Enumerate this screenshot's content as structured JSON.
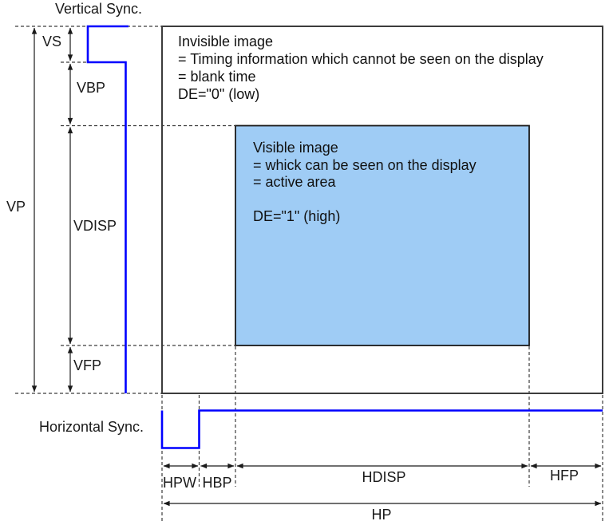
{
  "vertical": {
    "title": "Vertical Sync.",
    "vs": "VS",
    "vbp": "VBP",
    "vdisp": "VDISP",
    "vfp": "VFP",
    "vp": "VP"
  },
  "horizontal": {
    "title": "Horizontal Sync.",
    "hpw": "HPW",
    "hbp": "HBP",
    "hdisp": "HDISP",
    "hfp": "HFP",
    "hp": "HP"
  },
  "regions": {
    "invisible": {
      "line1": "Invisible image",
      "line2": "= Timing information which cannot be seen on the display",
      "line3": "= blank time",
      "line4": "DE=\"0\" (low)"
    },
    "visible": {
      "line1": "Visible image",
      "line2": "= whick can be seen on the display",
      "line3": "= active area",
      "line4": "DE=\"1\" (high)"
    }
  },
  "colors": {
    "waveform_blue": "#0000FF",
    "visible_area_fill": "#9FCCF5",
    "line_dark": "#3C3C3C"
  }
}
